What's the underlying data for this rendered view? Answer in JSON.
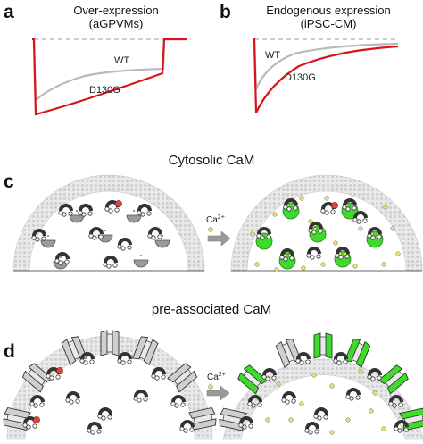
{
  "panels": {
    "a": {
      "letter": "a",
      "caption_line1": "Over-expression",
      "caption_line2": "(aGPVMs)",
      "trace_labels": [
        "WT",
        "D130G"
      ]
    },
    "b": {
      "letter": "b",
      "caption_line1": "Endogenous expression",
      "caption_line2": "(iPSC-CM)",
      "trace_labels": [
        "WT",
        "D130G"
      ]
    },
    "c": {
      "letter": "c",
      "title": "Cytosolic CaM",
      "arrow_label": "Ca",
      "arrow_label_sup": "2+"
    },
    "d": {
      "letter": "d",
      "title": "pre-associated CaM",
      "arrow_label": "Ca",
      "arrow_label_sup": "2+"
    }
  },
  "colors": {
    "wt_trace": "#b8b8b8",
    "mutant_trace": "#d8141a",
    "calmodulin_bound": "#3ddc2a",
    "calmodulin_apo": "#9a9a9a",
    "channel_apo": "#cfcfcf",
    "calcium_ion": "#f0e060",
    "mutant_marker": "#e0453a",
    "membrane": "#dcdcdc"
  }
}
